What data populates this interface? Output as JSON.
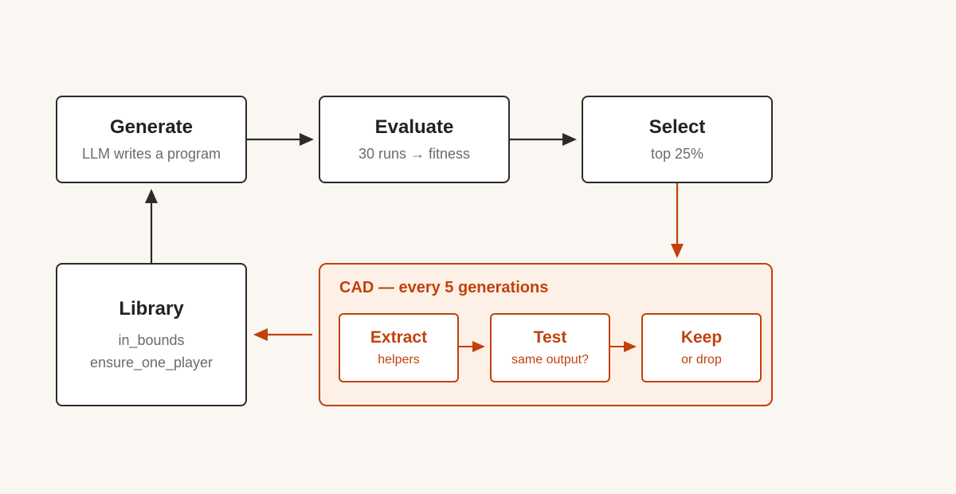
{
  "nodes": {
    "generate": {
      "title": "Generate",
      "subtitle": "LLM writes a program"
    },
    "evaluate": {
      "title": "Evaluate",
      "subtitle": "30 runs → fitness"
    },
    "select": {
      "title": "Select",
      "subtitle": "top 25%"
    },
    "library": {
      "title": "Library",
      "items": [
        "in_bounds",
        "ensure_one_player"
      ]
    }
  },
  "cad": {
    "title": "CAD — every 5 generations",
    "steps": [
      {
        "title": "Extract",
        "subtitle": "helpers"
      },
      {
        "title": "Test",
        "subtitle": "same output?"
      },
      {
        "title": "Keep",
        "subtitle": "or drop"
      }
    ]
  },
  "colors": {
    "box_border": "#2b2b2b",
    "accent": "#c2410c",
    "accent_fill": "#fdf0e6",
    "background": "#faf7f2"
  }
}
